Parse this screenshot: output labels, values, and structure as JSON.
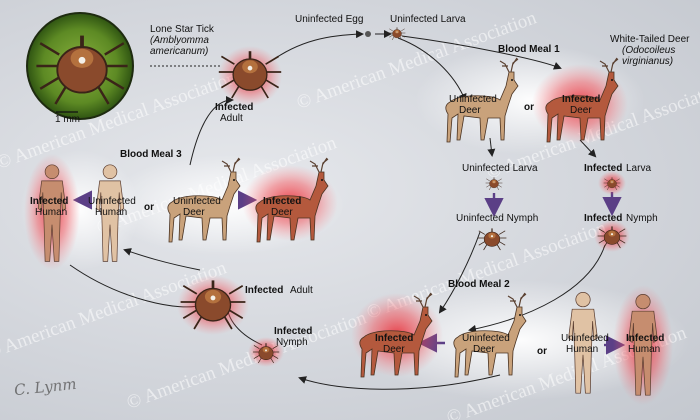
{
  "labels": {
    "lone_star_tick": "Lone Star Tick",
    "lone_star_species": "(Amblyomma",
    "lone_star_species2": "americanum)",
    "scale": "1 mm",
    "uninfected_egg": "Uninfected Egg",
    "uninfected_larva_top": "Uninfected Larva",
    "blood_meal_1": "Blood Meal 1",
    "white_tailed_deer": "White-Tailed Deer",
    "deer_species": "(Odocoileus",
    "deer_species2": "virginianus)",
    "infected": "Infected",
    "adult": "Adult",
    "uninfected": "Uninfected",
    "deer": "Deer",
    "human": "Human",
    "or": "or",
    "uninfected_larva": "Uninfected Larva",
    "infected_larva_word": "Larva",
    "uninfected_nymph": "Uninfected Nymph",
    "infected_nymph_word": "Nymph",
    "blood_meal_2": "Blood Meal 2",
    "blood_meal_3": "Blood Meal 3",
    "infected_adult_word": "Adult",
    "nymph": "Nymph"
  },
  "watermark": "© American Medical Association",
  "signature": "C. Lynm",
  "colors": {
    "infection_glow": "#e8242e",
    "arrow": "#5b3f86",
    "deer_body": "#c9a27b",
    "infected_tint": "#b4593d"
  }
}
